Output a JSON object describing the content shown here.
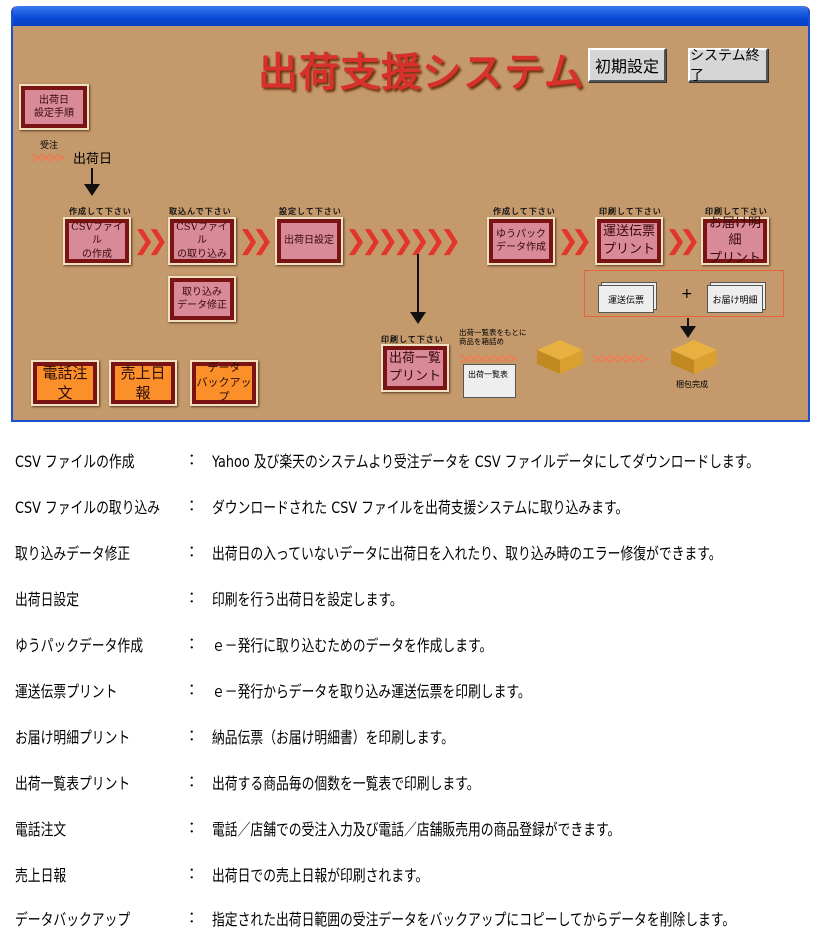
{
  "app": {
    "title": "出荷支援システム",
    "settings_button": "初期設定",
    "exit_button": "システム終了"
  },
  "flow": {
    "procedure_button": "出荷日\n設定手順",
    "order_label": "受注",
    "ship_date_label": "出荷日",
    "steps": [
      {
        "prompt": "作成して下さい",
        "label": "CSVファイル\nの作成"
      },
      {
        "prompt": "取込んで下さい",
        "label": "CSVファイル\nの取り込み"
      },
      {
        "prompt": "設定して下さい",
        "label": "出荷日設定"
      },
      {
        "prompt": "作成して下さい",
        "label": "ゆうパック\nデータ作成"
      },
      {
        "prompt": "印刷して下さい",
        "label": "運送伝票\nプリント"
      },
      {
        "prompt": "印刷して下さい",
        "label": "お届け明細\nプリント"
      }
    ],
    "fix_button": "取り込み\nデータ修正",
    "list_print": {
      "prompt": "印刷して下さい",
      "label": "出荷一覧\nプリント"
    },
    "packing_note": "出荷一覧表をもとに\n商品を箱詰め",
    "list_doc": "出荷一覧表",
    "doc_slip": "運送伝票",
    "plus": "+",
    "doc_detail": "お届け明細",
    "packed": "梱包完成"
  },
  "bottom_buttons": [
    "電話注文",
    "売上日報",
    "データ\nバックアップ"
  ],
  "colon": "：",
  "descriptions": [
    {
      "term": "CSV ファイルの作成",
      "text": "Yahoo 及び楽天のシステムより受注データを CSV ファイルデータにしてダウンロードします。"
    },
    {
      "term": "CSV ファイルの取り込み",
      "text": "ダウンロードされた CSV ファイルを出荷支援システムに取り込みます。"
    },
    {
      "term": "取り込みデータ修正",
      "text": "出荷日の入っていないデータに出荷日を入れたり、取り込み時のエラー修復ができます。"
    },
    {
      "term": "出荷日設定",
      "text": "印刷を行う出荷日を設定します。"
    },
    {
      "term": "ゆうパックデータ作成",
      "text": "ｅ－発行に取り込むためのデータを作成します。"
    },
    {
      "term": "運送伝票プリント",
      "text": "ｅ－発行からデータを取り込み運送伝票を印刷します。"
    },
    {
      "term": "お届け明細プリント",
      "text": "納品伝票（お届け明細書）を印刷します。"
    },
    {
      "term": "出荷一覧表プリント",
      "text": "出荷する商品毎の個数を一覧表で印刷します。"
    },
    {
      "term": "電話注文",
      "text": "電話／店舗での受注入力及び電話／店舗販売用の商品登録ができます。"
    },
    {
      "term": "売上日報",
      "text": "出荷日での売上日報が印刷されます。"
    },
    {
      "term": "データバックアップ",
      "text": "指定された出荷日範囲の受注データをバックアップにコピーしてからデータを削除します。"
    }
  ]
}
